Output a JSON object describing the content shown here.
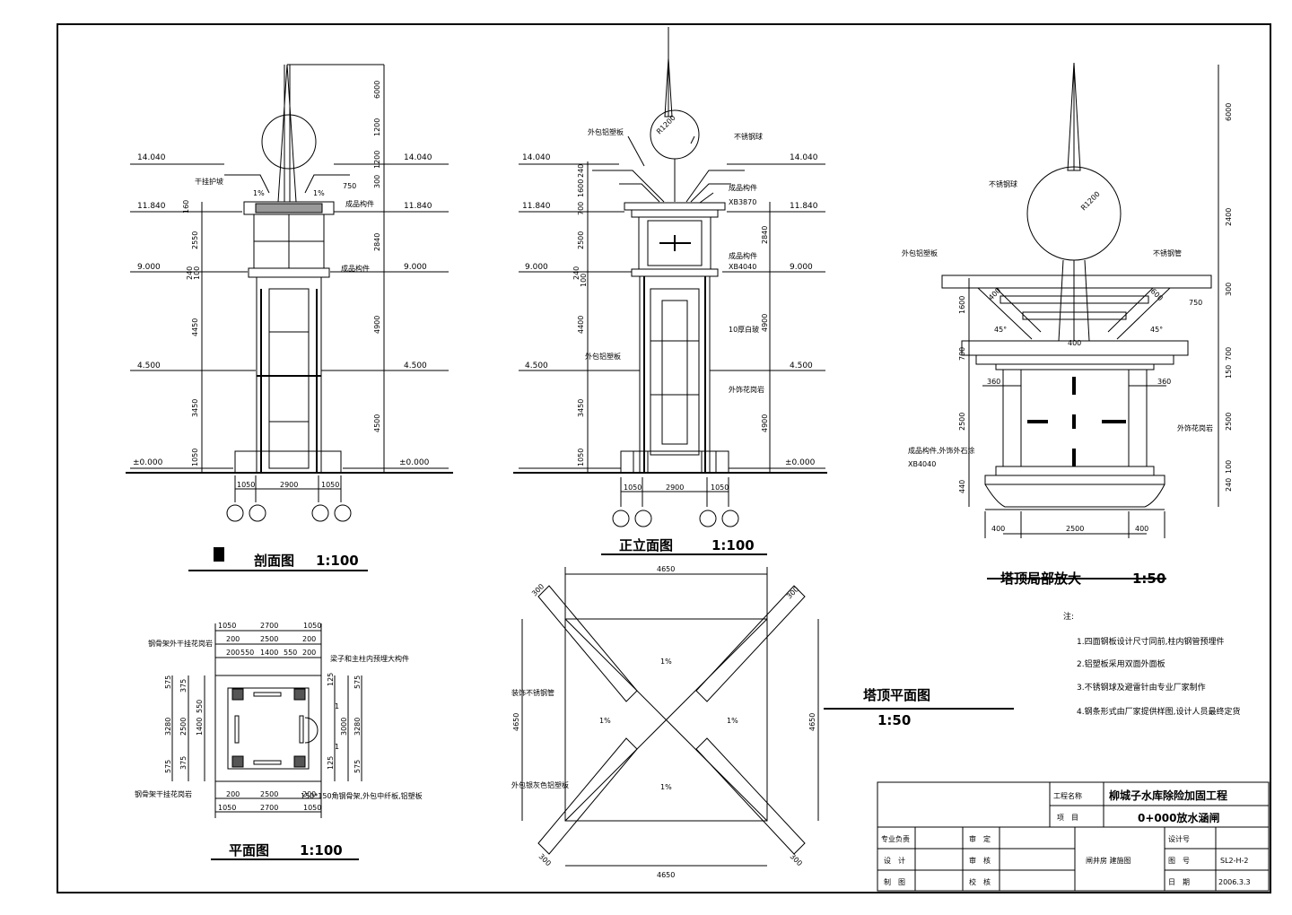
{
  "section_view": {
    "title": "剖面图",
    "scale": "1:100",
    "elevations": [
      "14.040",
      "11.840",
      "9.000",
      "4.500",
      "±0.000"
    ],
    "left_dims": [
      "160",
      "2550",
      "240",
      "100",
      "4450",
      "3450",
      "1050"
    ],
    "right_dims": [
      "6000",
      "1200",
      "1200",
      "300",
      "2840",
      "4900",
      "4500"
    ],
    "bottom_dims": [
      "1050",
      "2900",
      "1050"
    ],
    "labels": [
      "干挂护坡",
      "1%",
      "1%",
      "750",
      "成品构件",
      "成品构件"
    ]
  },
  "front_view": {
    "title": "正立面图",
    "scale": "1:100",
    "elevations": [
      "14.040",
      "11.840",
      "9.000",
      "4.500",
      "±0.000"
    ],
    "left_dims": [
      "240",
      "1600",
      "700",
      "2500",
      "240",
      "100",
      "4400",
      "3450",
      "1050"
    ],
    "right_dims": [
      "2840",
      "4900",
      "4900"
    ],
    "bottom_dims": [
      "1050",
      "2900",
      "1050"
    ],
    "labels": [
      "外包铝塑板",
      "R1200",
      "不锈钢球",
      "成品构件",
      "XB3870",
      "成品构件",
      "XB4040",
      "10厚白玻",
      "外包铝塑板",
      "外饰花岗岩"
    ]
  },
  "detail_view": {
    "title": "塔顶局部放大",
    "scale": "1:50",
    "labels": [
      "不锈钢球",
      "R1200",
      "外包铝塑板",
      "不锈钢管",
      "400",
      "600",
      "750",
      "45°",
      "45°",
      "400",
      "360",
      "360",
      "外饰花岗岩",
      "成品构件,外饰外石涂",
      "XB4040",
      "400",
      "2500",
      "400"
    ],
    "right_dims": [
      "6000",
      "2400",
      "300",
      "700",
      "150",
      "2500",
      "100",
      "240"
    ],
    "left_dims": [
      "1600",
      "700",
      "2500",
      "440"
    ],
    "notes_title": "注:",
    "notes": [
      "1.四面钢板设计尺寸同前,柱内钢管预埋件",
      "2.铝塑板采用双面外面板",
      "3.不锈钢球及避雷针由专业厂家制作",
      "4.钢条形式由厂家提供样图,设计人员最终定货"
    ]
  },
  "plan_view": {
    "title": "平面图",
    "scale": "1:100",
    "top_dims_1": [
      "1050",
      "2700",
      "1050"
    ],
    "top_dims_2": [
      "200",
      "2500",
      "200"
    ],
    "top_dims_3": [
      "200",
      "550",
      "1400",
      "550",
      "200"
    ],
    "bottom_dims_1": [
      "200",
      "2500",
      "200"
    ],
    "bottom_dims_2": [
      "1050",
      "2700",
      "1050"
    ],
    "left_dims": [
      "575",
      "375",
      "3280",
      "2500",
      "1400",
      "550",
      "375",
      "575"
    ],
    "right_dims": [
      "125",
      "575",
      "3000",
      "3280",
      "125",
      "575"
    ],
    "labels": [
      "钢骨架外干挂花岗岩",
      "梁子和主柱内预埋大构件",
      "钢骨架干挂花岗岩",
      "150*150角钢骨架,外包中纤板,铝塑板",
      "1",
      "1"
    ]
  },
  "roof_plan": {
    "title": "塔顶平面图",
    "scale": "1:50",
    "dims": [
      "4650",
      "4650",
      "4650",
      "4650"
    ],
    "corner_dims": [
      "300",
      "300",
      "300",
      "300"
    ],
    "labels": [
      "装饰不锈钢管",
      "外包银灰色铝塑板",
      "1%",
      "1%",
      "1%",
      "1%"
    ]
  },
  "title_block": {
    "project_name_label": "工程名称",
    "project_name": "柳城子水库除险加固工程",
    "item_label": "项　目",
    "item": "0+000放水涵闸",
    "rows_left": [
      "专业负责",
      "设　计",
      "制　图"
    ],
    "rows_mid": [
      "审　定",
      "审　核",
      "校　核"
    ],
    "drawing_title": "闸井房 建施图",
    "design_no_label": "设计号",
    "drawing_no_label": "图　号",
    "drawing_no": "SL2-H-2",
    "date_label": "日　期",
    "date": "2006.3.3"
  }
}
